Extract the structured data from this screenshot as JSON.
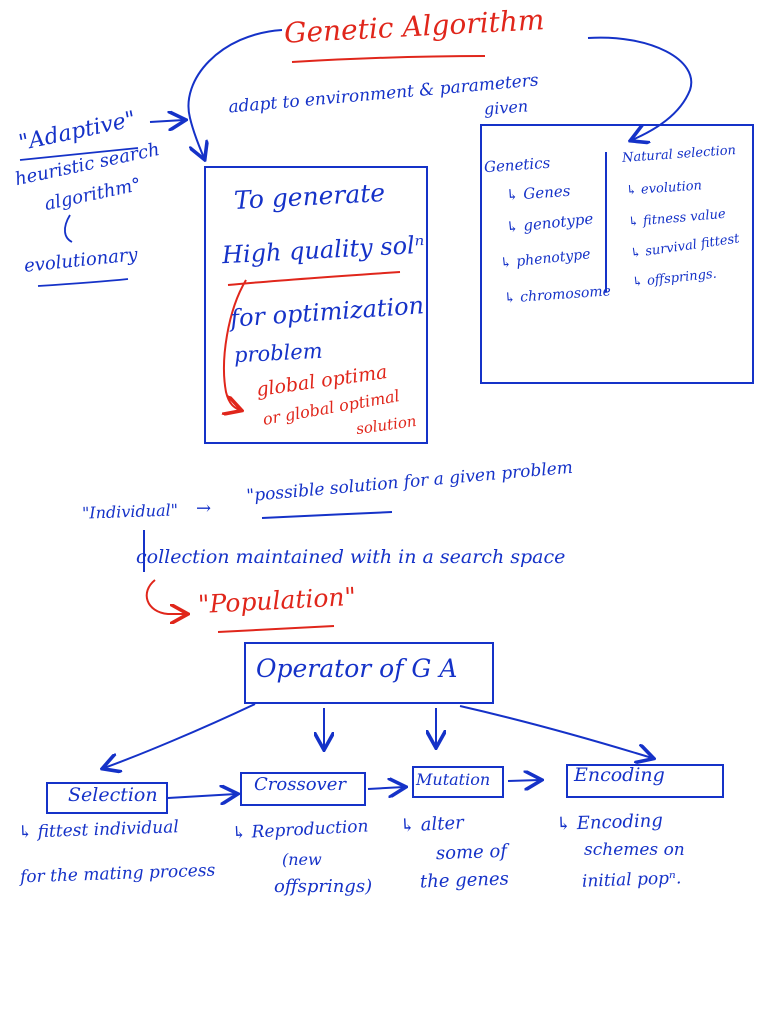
{
  "title": "Genetic Algorithm",
  "subtitle_lines": [
    "adapt to environment & parameters",
    "given"
  ],
  "left_notes": {
    "adaptive": "\"Adaptive\"",
    "heuristic_lines": [
      "heuristic search",
      "algorithm°"
    ],
    "evolutionary": "evolutionary"
  },
  "goal_box": {
    "line1": "To generate",
    "line2": "High quality solⁿ",
    "line3": "for optimization",
    "line4": "problem",
    "red_lines": [
      "global optima",
      "or global optimal",
      "solution"
    ]
  },
  "genetics_box": {
    "left_title": "Genetics",
    "left_items": [
      "↳ Genes",
      "↳ genotype",
      "↳ phenotype",
      "↳ chromosome"
    ],
    "right_title": "Natural selection",
    "right_items": [
      "↳ evolution",
      "↳ fitness value",
      "↳ survival fittest",
      "↳ offsprings."
    ]
  },
  "individual": {
    "label": "\"Individual\"",
    "arrow": "→",
    "definition": "\"possible solution for a given problem"
  },
  "collection_text": "collection maintained with in a search space",
  "population": "\"Population\"",
  "operators_box": "Operator of G A",
  "operators": [
    {
      "name": "Selection",
      "desc_lines": [
        "↳ fittest individual",
        "for the mating process"
      ]
    },
    {
      "name": "Crossover",
      "desc_lines": [
        "↳ Reproduction",
        "(new",
        "offsprings)"
      ]
    },
    {
      "name": "Mutation",
      "desc_lines": [
        "↳ alter",
        "some of",
        "the genes"
      ]
    },
    {
      "name": "Encoding",
      "desc_lines": [
        "↳ Encoding",
        "schemes on",
        "initial popⁿ."
      ]
    }
  ],
  "colors": {
    "blue_ink": "#1532c8",
    "red_ink": "#e0261b",
    "background": "#ffffff"
  }
}
